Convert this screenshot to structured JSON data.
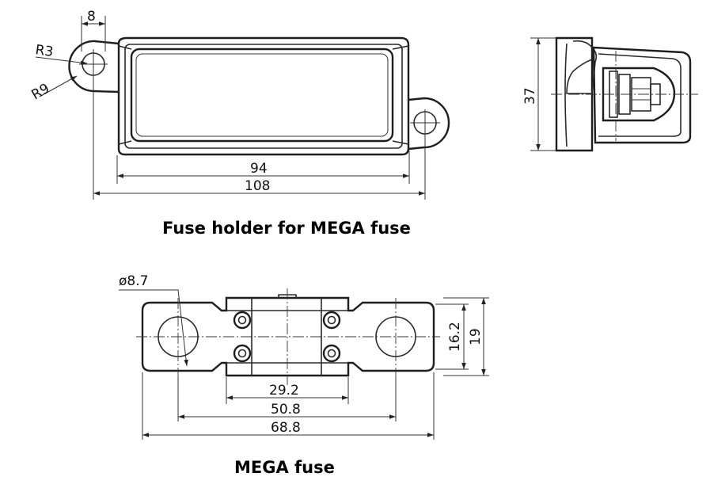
{
  "holder": {
    "caption": "Fuse holder for MEGA fuse",
    "dims": {
      "width_inner": "94",
      "width_overall": "108",
      "tab_width": "8",
      "radius_small": "R3",
      "radius_large": "R9",
      "height_side": "37"
    }
  },
  "fuse": {
    "caption": "MEGA fuse",
    "dims": {
      "hole_diameter": "ø8.7",
      "body_width": "29.2",
      "hole_spacing": "50.8",
      "overall_length": "68.8",
      "height_inner": "16.2",
      "height_outer": "19"
    }
  }
}
